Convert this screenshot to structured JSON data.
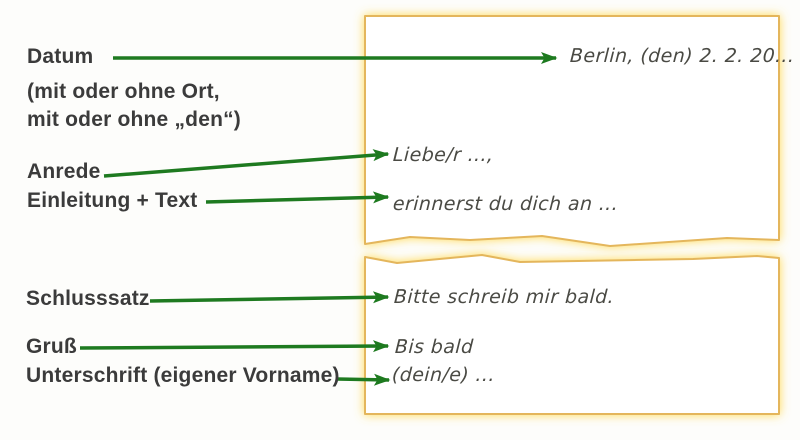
{
  "diagram": {
    "topic": "structure-of-informal-letter",
    "structure_labels": {
      "datum": "Datum",
      "datum_note_line1": "(mit oder ohne Ort,",
      "datum_note_line2": "mit oder ohne „den“)",
      "anrede": "Anrede",
      "einleitung": "Einleitung + Text",
      "schlusssatz": "Schlusssatz",
      "gruss": "Gruß",
      "unterschrift": "Unterschrift (eigener Vorname)"
    },
    "letter_text": {
      "date": "Berlin, (den) 2. 2. 20...",
      "salutation": "Liebe/r ...,",
      "opening": "erinnerst du dich an ...",
      "closing_sentence": "Bitte schreib mir bald.",
      "farewell": "Bis bald",
      "signature": "(dein/e) ..."
    },
    "colors": {
      "arrow_green": "#1e7a20",
      "box_border": "#e4b65c",
      "box_glow": "#ffd84a",
      "label_text": "#3b3b3b",
      "handwriting_text": "#4a4a44",
      "background": "#fdfdfb"
    }
  }
}
